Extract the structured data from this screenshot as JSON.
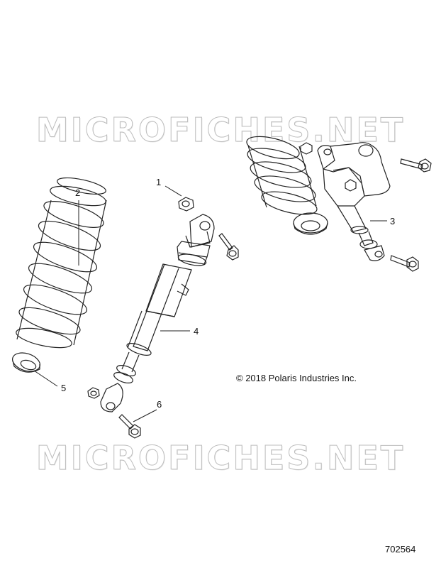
{
  "watermark": {
    "top": "MICROFICHES.NET",
    "bottom": "MICROFICHES.NET"
  },
  "callouts": [
    "1",
    "2",
    "3",
    "4",
    "5",
    "6"
  ],
  "copyright": "© 2018 Polaris Industries Inc.",
  "part_number": "702564"
}
